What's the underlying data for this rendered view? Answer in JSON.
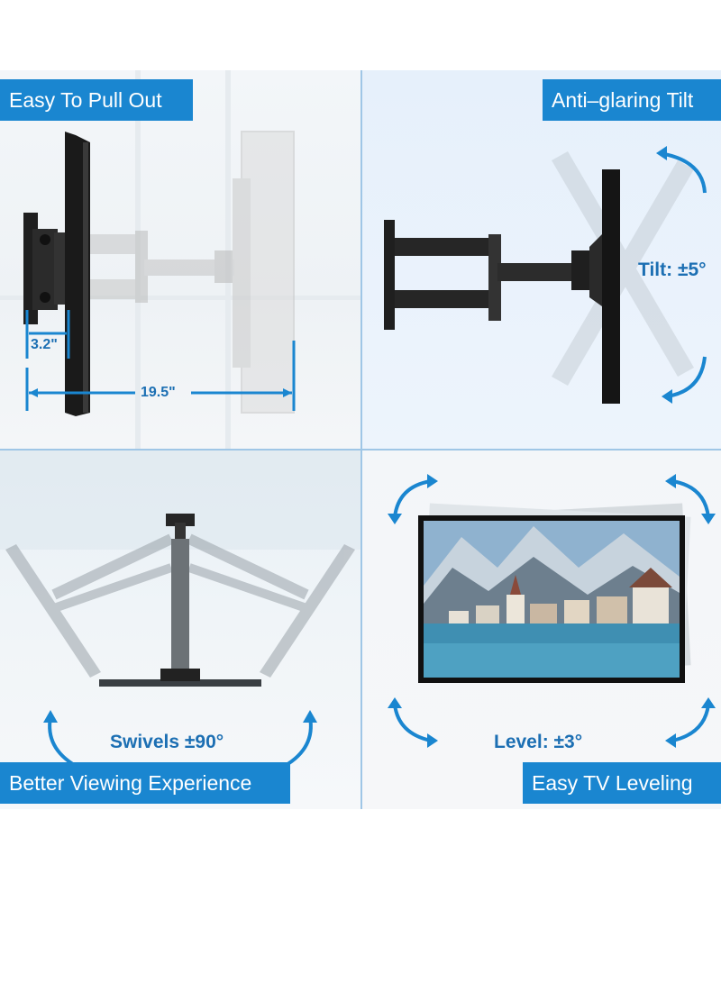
{
  "panels": {
    "pull_out": {
      "title": "Easy To Pull Out",
      "depth_min": "3.2\"",
      "depth_max": "19.5\""
    },
    "tilt": {
      "title": "Anti–glaring Tilt",
      "callout": "Tilt: ±5°"
    },
    "swivel": {
      "title": "Better Viewing Experience",
      "callout": "Swivels ±90°"
    },
    "level": {
      "title": "Easy TV Leveling",
      "callout": "Level: ±3°"
    }
  },
  "colors": {
    "accent": "#1a86d0",
    "text_blue": "#1c6fb3",
    "divider": "#9fc6e6"
  }
}
